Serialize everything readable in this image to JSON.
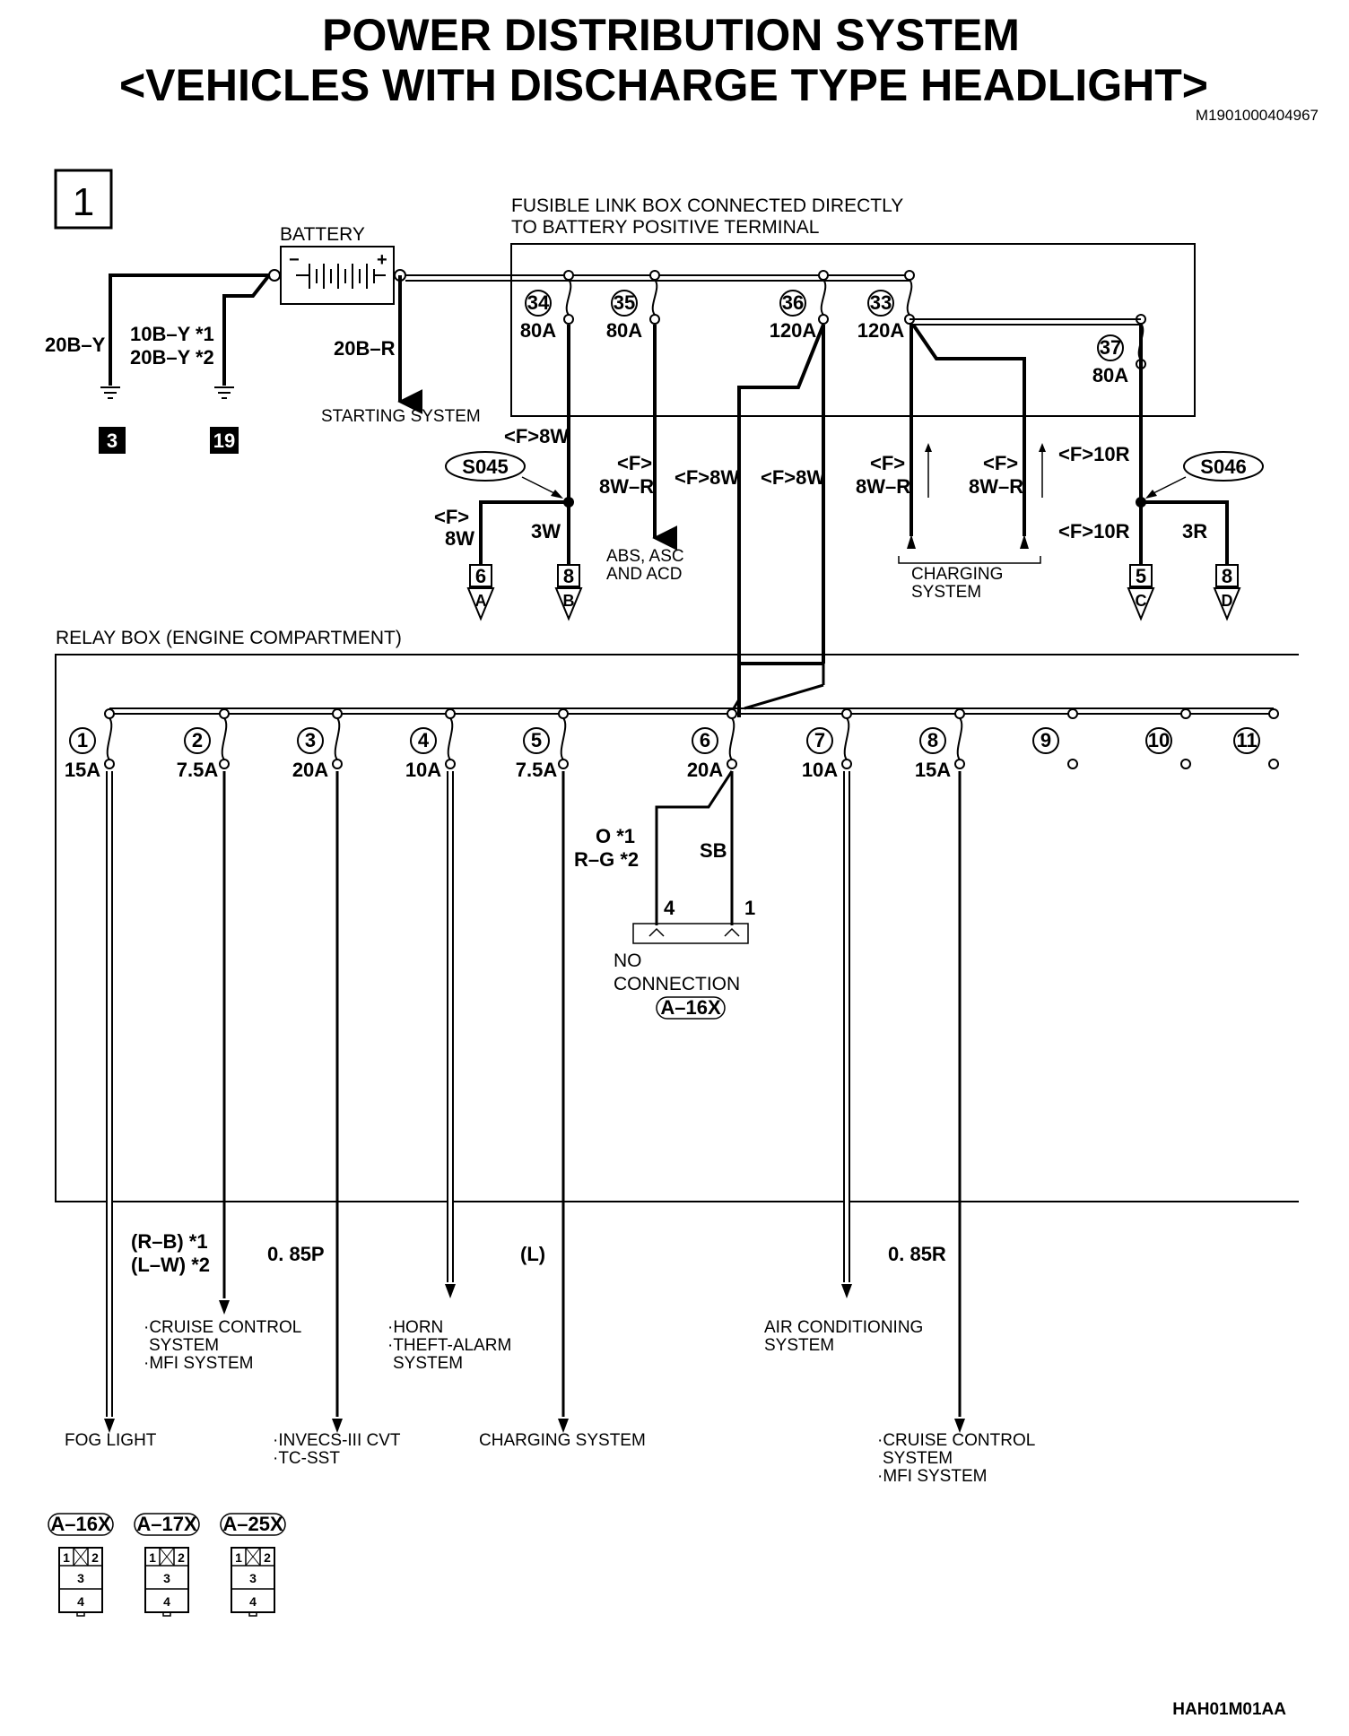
{
  "header": {
    "title_line1": "POWER DISTRIBUTION SYSTEM",
    "title_line2": "<VEHICLES WITH DISCHARGE TYPE HEADLIGHT>",
    "doc_id": "M1901000404967"
  },
  "page_number": "1",
  "battery": {
    "label": "BATTERY",
    "minus": "−",
    "plus": "+"
  },
  "ground_wires": {
    "left_wire": "20B–Y",
    "mid_wire_1": "10B–Y *1",
    "mid_wire_2": "20B–Y *2",
    "starter_wire": "20B–R",
    "ground_3": "3",
    "ground_19": "19",
    "starting_system": "STARTING SYSTEM"
  },
  "fusible_box": {
    "label_line1": "FUSIBLE LINK BOX CONNECTED DIRECTLY",
    "label_line2": "TO BATTERY POSITIVE TERMINAL",
    "links": [
      {
        "num": "34",
        "rating": "80A"
      },
      {
        "num": "35",
        "rating": "80A"
      },
      {
        "num": "36",
        "rating": "120A"
      },
      {
        "num": "33",
        "rating": "120A"
      },
      {
        "num": "37",
        "rating": "80A"
      }
    ]
  },
  "upper_wires": {
    "w34": "<F>8W",
    "w35a": "<F>",
    "w35b": "8W–R",
    "w_f8w_1": "<F>8W",
    "w_f8w_2": "<F>8W",
    "w33a_a": "<F>",
    "w33a_b": "8W–R",
    "w33b_a": "<F>",
    "w33b_b": "8W–R",
    "w37": "<F>10R",
    "w37b": "<F>10R",
    "splice_s045": "S045",
    "splice_s046": "S046",
    "s045_left_a": "<F>",
    "s045_left_b": "8W",
    "s045_right": "3W",
    "s046_right": "3R",
    "abs_line1": "ABS, ASC",
    "abs_line2": "AND ACD",
    "charging_line1": "CHARGING",
    "charging_line2": "SYSTEM"
  },
  "connectors": [
    {
      "pin": "6",
      "letter": "A"
    },
    {
      "pin": "8",
      "letter": "B"
    },
    {
      "pin": "5",
      "letter": "C"
    },
    {
      "pin": "8",
      "letter": "D"
    }
  ],
  "relay_box": {
    "label": "RELAY BOX (ENGINE COMPARTMENT)",
    "fuses": [
      {
        "num": "1",
        "rating": "15A"
      },
      {
        "num": "2",
        "rating": "7.5A"
      },
      {
        "num": "3",
        "rating": "20A"
      },
      {
        "num": "4",
        "rating": "10A"
      },
      {
        "num": "5",
        "rating": "7.5A"
      },
      {
        "num": "6",
        "rating": "20A"
      },
      {
        "num": "7",
        "rating": "10A"
      },
      {
        "num": "8",
        "rating": "15A"
      },
      {
        "num": "9",
        "rating": ""
      },
      {
        "num": "10",
        "rating": ""
      },
      {
        "num": "11",
        "rating": ""
      }
    ],
    "fuse6_wire_left_1": "O *1",
    "fuse6_wire_left_2": "R–G *2",
    "fuse6_wire_right": "SB",
    "pin_4": "4",
    "pin_1": "1",
    "no_connection_1": "NO",
    "no_connection_2": "CONNECTION",
    "connector_ref": "A–16X"
  },
  "lower_wires": {
    "w2_1": "(R–B) *1",
    "w2_2": "(L–W) *2",
    "w3": "0. 85P",
    "w5": "(L)",
    "w8": "0. 85R"
  },
  "destinations": {
    "fuse2_line1": "·CRUISE CONTROL",
    "fuse2_line2": "SYSTEM",
    "fuse2_line3": "·MFI SYSTEM",
    "fuse4_line1": "·HORN",
    "fuse4_line2": "·THEFT-ALARM",
    "fuse4_line3": "SYSTEM",
    "fuse7_line1": "AIR CONDITIONING",
    "fuse7_line2": "SYSTEM",
    "fuse1": "FOG LIGHT",
    "fuse3_line1": "·INVECS-III CVT",
    "fuse3_line2": "·TC-SST",
    "fuse5": "CHARGING SYSTEM",
    "fuse8_line1": "·CRUISE CONTROL",
    "fuse8_line2": "SYSTEM",
    "fuse8_line3": "·MFI SYSTEM"
  },
  "connector_legend": [
    {
      "ref": "A–16X",
      "pins": [
        "1",
        "2",
        "3",
        "4"
      ]
    },
    {
      "ref": "A–17X",
      "pins": [
        "1",
        "2",
        "3",
        "4"
      ]
    },
    {
      "ref": "A–25X",
      "pins": [
        "1",
        "2",
        "3",
        "4"
      ]
    }
  ],
  "footer": {
    "code": "HAH01M01AA"
  }
}
